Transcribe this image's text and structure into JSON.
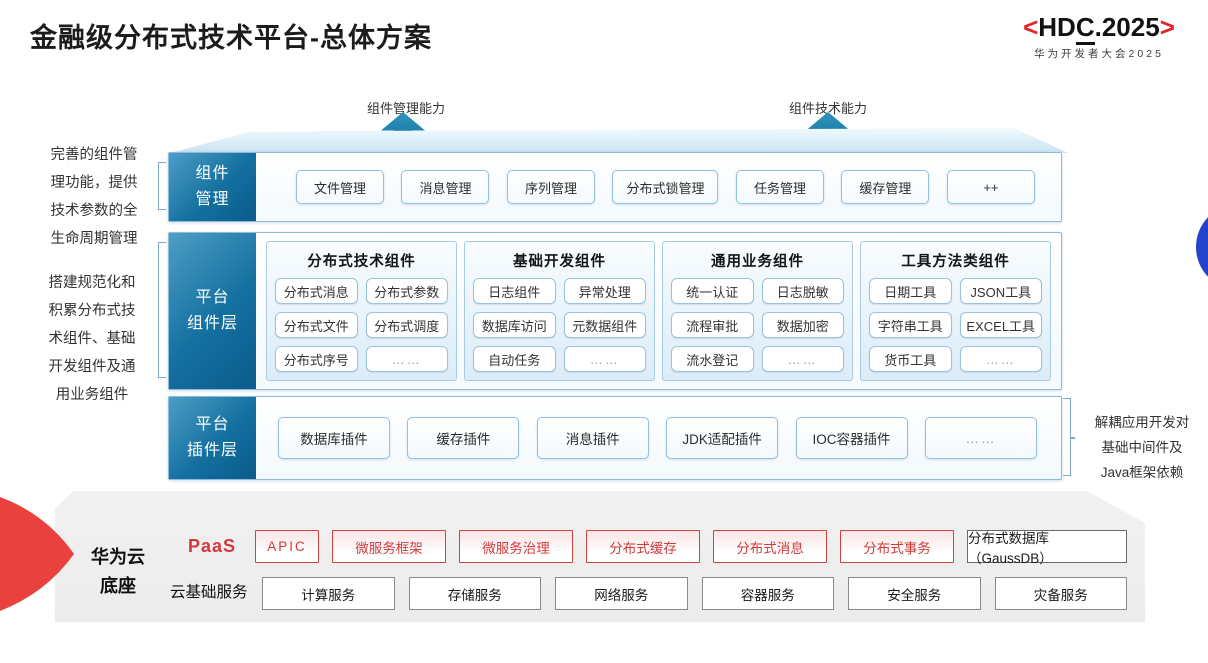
{
  "title": "金融级分布式技术平台-总体方案",
  "logo": {
    "angle_left": "<",
    "hd": "HD",
    "c": "C",
    "rest": ".2025",
    "angle_right": ">",
    "subtitle": "华为开发者大会2025"
  },
  "capabilities": [
    {
      "label": "组件管理能力"
    },
    {
      "label": "组件技术能力"
    }
  ],
  "notes": {
    "left": [
      {
        "lines": [
          "完善的组件管",
          "理功能，提供",
          "技术参数的全",
          "生命周期管理"
        ]
      },
      {
        "lines": [
          "搭建规范化和",
          "积累分布式技",
          "术组件、基础",
          "开发组件及通",
          "用业务组件"
        ]
      }
    ],
    "right": {
      "lines": [
        "解耦应用开发对",
        "基础中间件及",
        "Java框架依赖"
      ]
    }
  },
  "layers": {
    "management": {
      "label_lines": [
        "组件",
        "管理"
      ],
      "items": [
        "文件管理",
        "消息管理",
        "序列管理",
        "分布式锁管理",
        "任务管理",
        "缓存管理",
        "++"
      ]
    },
    "components": {
      "label_lines": [
        "平台",
        "组件层"
      ],
      "groups": [
        {
          "title": "分布式技术组件",
          "items": [
            "分布式消息",
            "分布式参数",
            "分布式文件",
            "分布式调度",
            "分布式序号",
            "……"
          ]
        },
        {
          "title": "基础开发组件",
          "items": [
            "日志组件",
            "异常处理",
            "数据库访问",
            "元数据组件",
            "自动任务",
            "……"
          ]
        },
        {
          "title": "通用业务组件",
          "items": [
            "统一认证",
            "日志脱敏",
            "流程审批",
            "数据加密",
            "流水登记",
            "……"
          ]
        },
        {
          "title": "工具方法类组件",
          "items": [
            "日期工具",
            "JSON工具",
            "字符串工具",
            "EXCEL工具",
            "货币工具",
            "……"
          ]
        }
      ]
    },
    "plugins": {
      "label_lines": [
        "平台",
        "插件层"
      ],
      "items": [
        "数据库插件",
        "缓存插件",
        "消息插件",
        "JDK适配插件",
        "IOC容器插件",
        "……"
      ]
    }
  },
  "foundation": {
    "label_lines": [
      "华为云",
      "底座"
    ],
    "paas_label": "PaaS",
    "paas_items": [
      "APIC",
      "微服务框架",
      "微服务治理",
      "分布式缓存",
      "分布式消息",
      "分布式事务"
    ],
    "paas_plain_item": "分布式数据库（GaussDB）",
    "iaas_label": "云基础服务",
    "iaas_items": [
      "计算服务",
      "存储服务",
      "网络服务",
      "容器服务",
      "安全服务",
      "灾备服务"
    ]
  },
  "colors": {
    "layer_label_blue": "#0d6191",
    "arrow_teal": "#15749f",
    "panel_border_blue": "#a8cbe3",
    "hdc_red": "#e0252b",
    "paas_red": "#d03c3c",
    "foundation_gray": "#efefef",
    "circle_blue": "#2343cb",
    "wedge_red": "#e9423e"
  }
}
